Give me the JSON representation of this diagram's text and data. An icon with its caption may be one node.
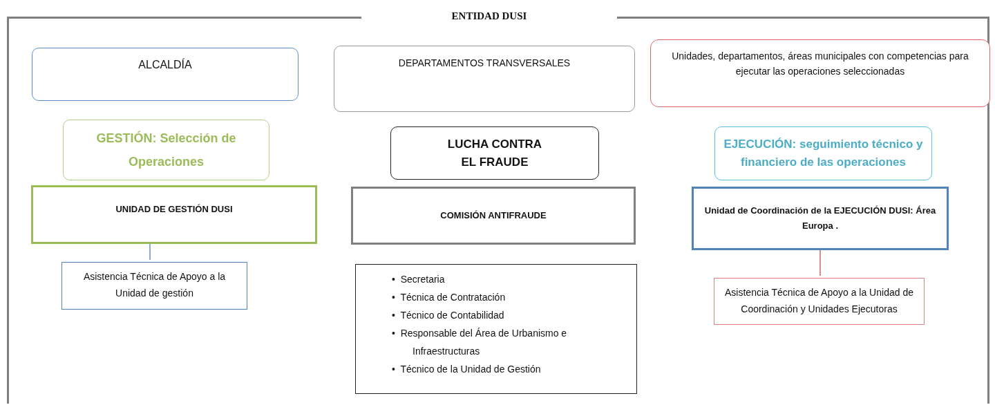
{
  "diagram": {
    "nodes": [
      {
        "text": [
          "ENTIDAD DUSI"
        ]
      },
      {
        "text": [
          "ALCALDÍA"
        ],
        "in": 0
      },
      {
        "text": [
          "DEPARTAMENTOS TRANSVERSALES"
        ],
        "in": 0
      },
      {
        "text": [
          "Unidades, departamentos, áreas municipales con competencias para ejecutar las operaciones seleccionadas"
        ],
        "in": 0
      },
      {
        "text": [
          "GESTIÓN: Selección de Operaciones"
        ],
        "in": 0
      },
      {
        "text": [
          "LUCHA CONTRA EL FRAUDE"
        ],
        "in": 0
      },
      {
        "text": [
          "EJECUCIÓN: seguimiento técnico y financiero de las operaciones"
        ],
        "in": 0
      },
      {
        "text": [
          "UNIDAD DE GESTIÓN DUSI"
        ],
        "in": 0
      },
      {
        "text": [
          "COMISIÓN ANTIFRAUDE"
        ],
        "in": 0
      },
      {
        "text": [
          "Unidad de Coordinación de la EJECUCIÓN DUSI: Área Europa ."
        ],
        "in": 0
      },
      {
        "text": [
          "Asistencia Técnica de Apoyo a la Unidad de gestión"
        ],
        "in": 0
      },
      {
        "text": [
          "•  Secretaria",
          "•  Técnica de Contratación",
          "•  Técnico de Contabilidad",
          "•  Responsable del Área de Urbanismo e Infraestructuras",
          "•  Técnico de la Unidad de Gestión"
        ],
        "in": 0
      },
      {
        "text": [
          "Asistencia Técnica de Apoyo a la Unidad de Coordinación y Unidades Ejecutoras"
        ],
        "in": 0
      }
    ],
    "edges": [
      {
        "from": 7,
        "to": 10,
        "arrow": "none",
        "color": "#4f81bd"
      },
      {
        "from": 9,
        "to": 12,
        "arrow": "none",
        "color": "#c0504d"
      }
    ]
  }
}
